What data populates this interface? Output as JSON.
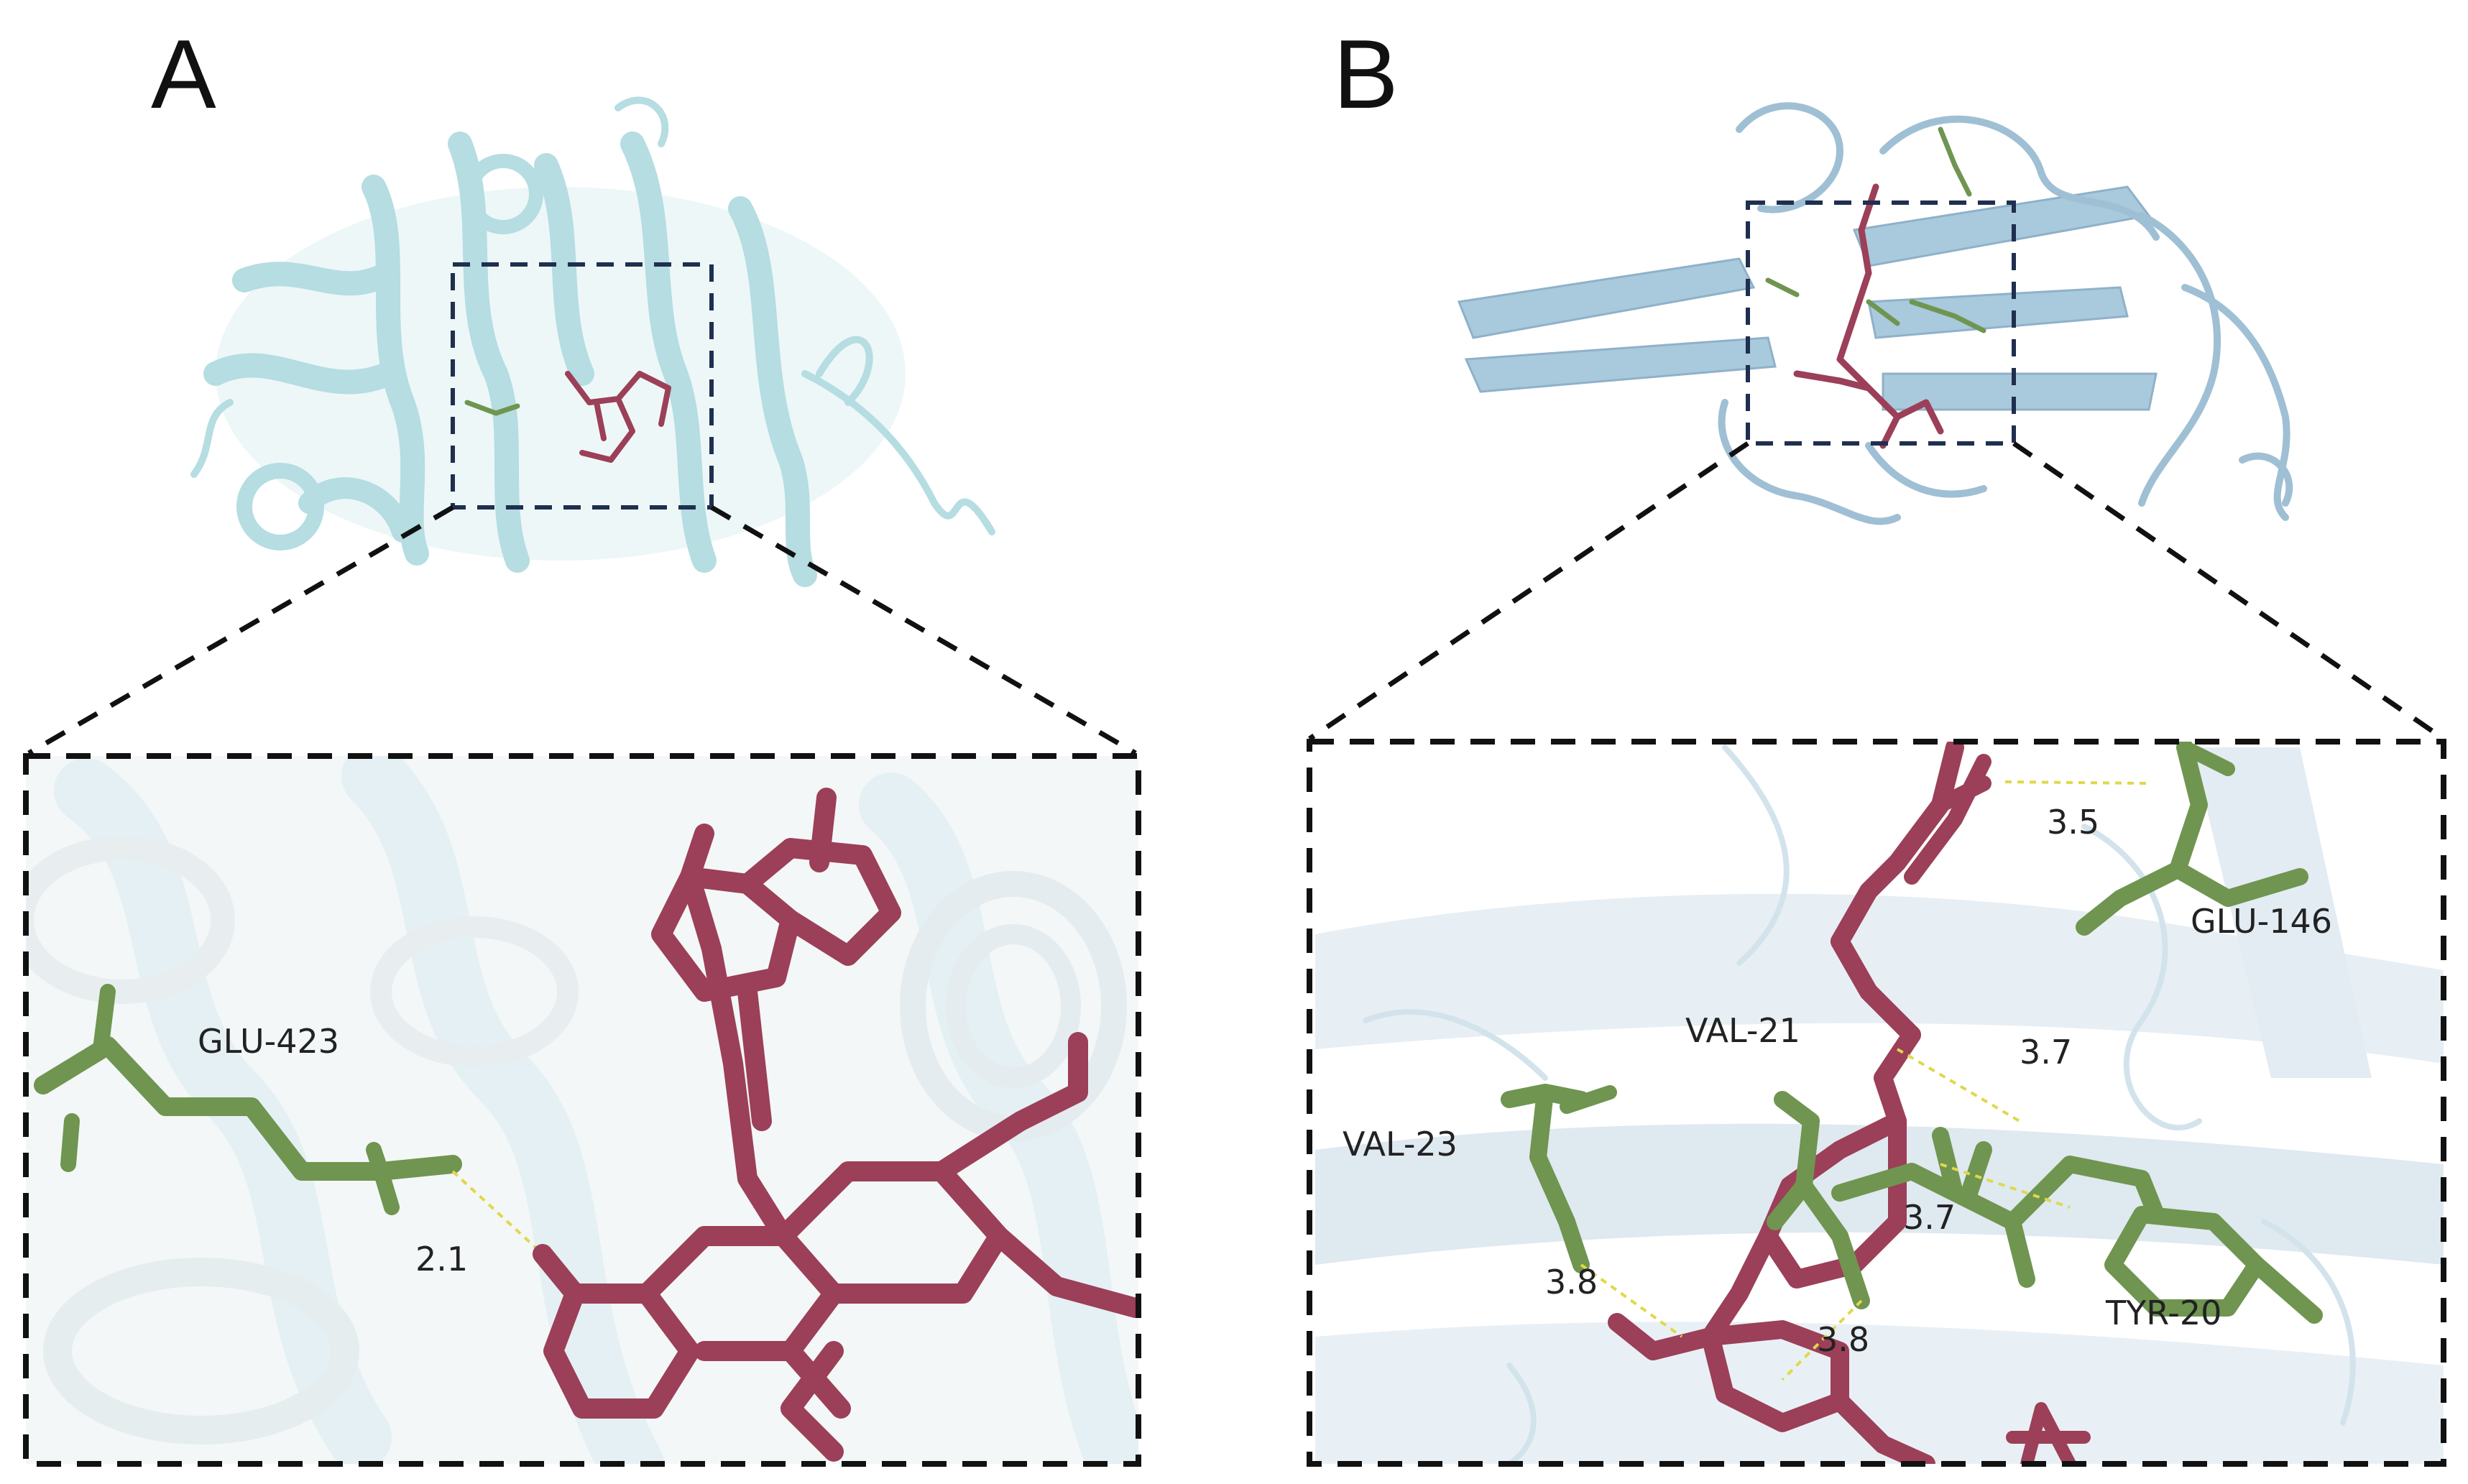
{
  "panels": [
    {
      "letter": "A",
      "residues": [
        "GLU-423"
      ],
      "distances": [
        "2.1"
      ]
    },
    {
      "letter": "B",
      "residues": [
        "GLU-146",
        "VAL-21",
        "VAL-23",
        "TYR-20"
      ],
      "distances": [
        "3.5",
        "3.7",
        "3.7",
        "3.8",
        "3.8"
      ]
    }
  ],
  "colors": {
    "ligand": "#9c3f58",
    "residue": "#6f9550",
    "protein_a": "#b5dde2",
    "protein_b": "#a9c9dd",
    "hbond": "#e0d84a",
    "frame": "#111111"
  }
}
